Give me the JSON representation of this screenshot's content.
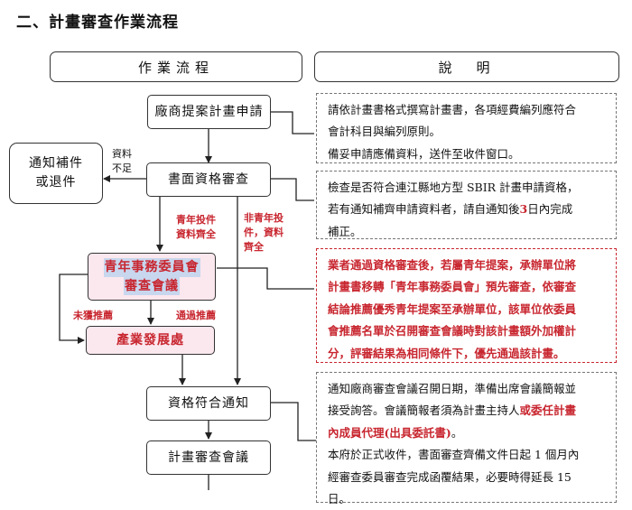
{
  "section_title": "二、計畫審查作業流程",
  "headers": {
    "process": "作業流程",
    "explanation": "說　明"
  },
  "nodes": {
    "n1": "廠商提案計畫申請",
    "n2": "書面資格審查",
    "notify": [
      "通知補件",
      "或退件"
    ],
    "n3": [
      "青年事務委員會",
      "審查會議"
    ],
    "n4": "產業發展處",
    "n5": "資格符合通知",
    "n6": "計畫審查會議"
  },
  "labels": {
    "insufficient": [
      "資料",
      "不足"
    ],
    "youth_complete": [
      "青年投件",
      "資料齊全"
    ],
    "nonyouth_complete": [
      "非青年投",
      "件，資料",
      "齊全"
    ],
    "not_recommended": "未獲推薦",
    "recommended": "通過推薦"
  },
  "descriptions": {
    "d1": [
      "請依計畫書格式撰寫計畫書，各項經費編列應符合",
      "會計科目與編列原則。",
      "備妥申請應備資料，送件至收件窗口。"
    ],
    "d2_line1": "檢查是否符合連江縣地方型 SBIR 計畫申請資格，",
    "d2_line2_pre": "若有通知補齊申請資料者，請自通知後",
    "d2_line2_num": "3",
    "d2_line2_post": "日內完成",
    "d2_line3": "補正。",
    "d3": [
      "業者通過資格審查後，若屬青年提案，承辦單位將",
      "計畫書移轉「青年事務委員會」預先審查，依審查",
      "結論推薦優秀青年提案至承辦單位，該單位依委員",
      "會推薦名單於召開審查會議時對該計畫額外加權計",
      "分，評審結果為相同條件下，優先通過該計畫。"
    ],
    "d4_line1": "通知廠商審查會議召開日期，準備出席會議簡報並",
    "d4_line2_pre": "接受詢答。會議簡報者須為計畫主持人",
    "d4_line2_red": "或委任計畫",
    "d4_line3": "內成員代理(出具委託書)",
    "d4_line3_post": "。",
    "d4_line4": "本府於正式收件，書面審查齊備文件日起 1 個月內",
    "d4_line5": "經審查委員審查完成函覆結果，必要時得延長 15",
    "d4_line6": "日。"
  }
}
